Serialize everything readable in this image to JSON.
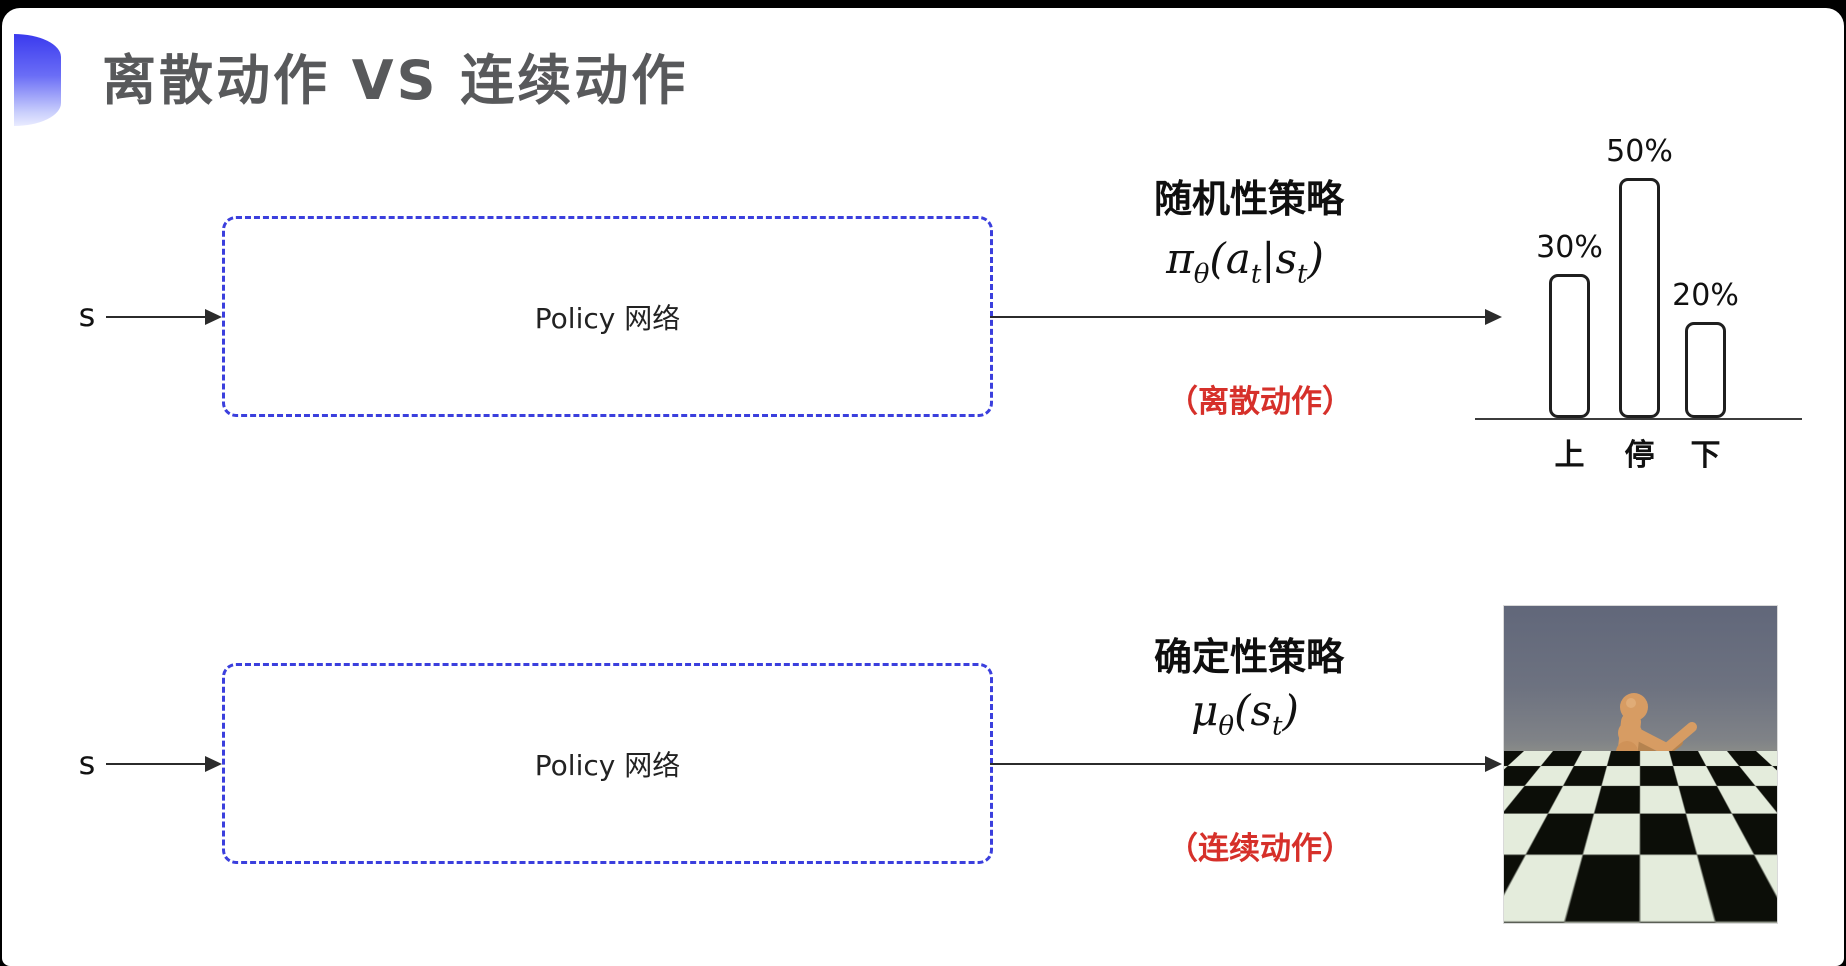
{
  "title": {
    "text": "离散动作 VS 连续动作"
  },
  "rows": {
    "top": {
      "input_label": "s",
      "box_label": "Policy 网络",
      "policy_name": "随机性策略",
      "formula": {
        "sym": "π",
        "sym_sub": "θ",
        "open": "(",
        "arg1": "a",
        "arg1_sub": "t",
        "pipe": "|",
        "arg2": "s",
        "arg2_sub": "t",
        "close": ")"
      },
      "action_label": "（离散动作）"
    },
    "bottom": {
      "input_label": "s",
      "box_label": "Policy 网络",
      "policy_name": "确定性策略",
      "formula": {
        "sym": "μ",
        "sym_sub": "θ",
        "open": "(",
        "arg1": "s",
        "arg1_sub": "t",
        "close": ")"
      },
      "action_label": "（连续动作）"
    }
  },
  "chart_data": {
    "type": "bar",
    "categories": [
      "上",
      "停",
      "下"
    ],
    "values": [
      30,
      50,
      20
    ],
    "value_labels": [
      "30%",
      "50%",
      "20%"
    ],
    "title": "",
    "xlabel": "",
    "ylabel": "",
    "ylim": [
      0,
      55
    ],
    "grid": false,
    "bar_fill": "#ffffff",
    "bar_stroke": "#1f1f1f"
  },
  "robot_image": {
    "alt": "humanoid-robot-on-checkerboard-floor"
  },
  "colors": {
    "accent_blue_dash": "#3b3fdd",
    "icon_blue": "#3a3aee",
    "red_action": "#d6302a",
    "title_gray": "#58595b",
    "ink": "#1a1a1a",
    "sky_gray": "#6d7280",
    "checker_light": "#e4ecdc",
    "checker_dark": "#0c0e08",
    "robot_tan": "#d79c63"
  }
}
